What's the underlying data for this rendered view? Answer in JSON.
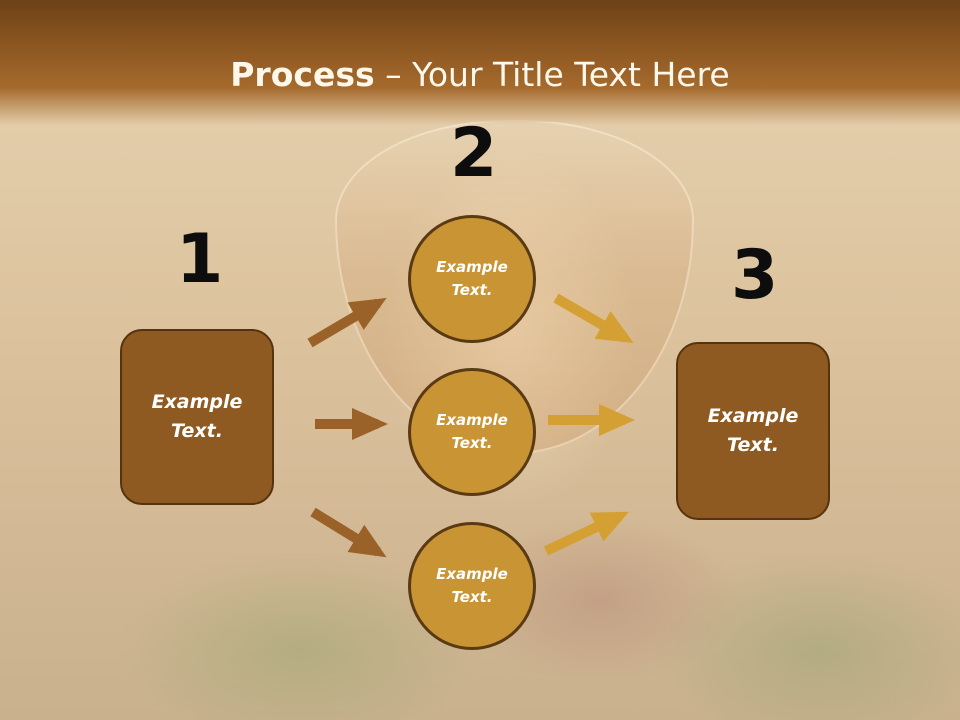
{
  "title": {
    "bold": "Process",
    "rest": " – Your Title Text Here"
  },
  "steps": {
    "step1": {
      "number": "1",
      "label": "Example Text."
    },
    "step2": {
      "number": "2",
      "items": [
        {
          "label": "Example Text."
        },
        {
          "label": "Example Text."
        },
        {
          "label": "Example Text."
        }
      ]
    },
    "step3": {
      "number": "3",
      "label": "Example Text."
    }
  },
  "colors": {
    "box_fill": "#8e5a22",
    "circle_fill": "#c99434",
    "arrow_in": "#9a6228",
    "arrow_out": "#d4a033",
    "title_bar": "#8a5520"
  }
}
